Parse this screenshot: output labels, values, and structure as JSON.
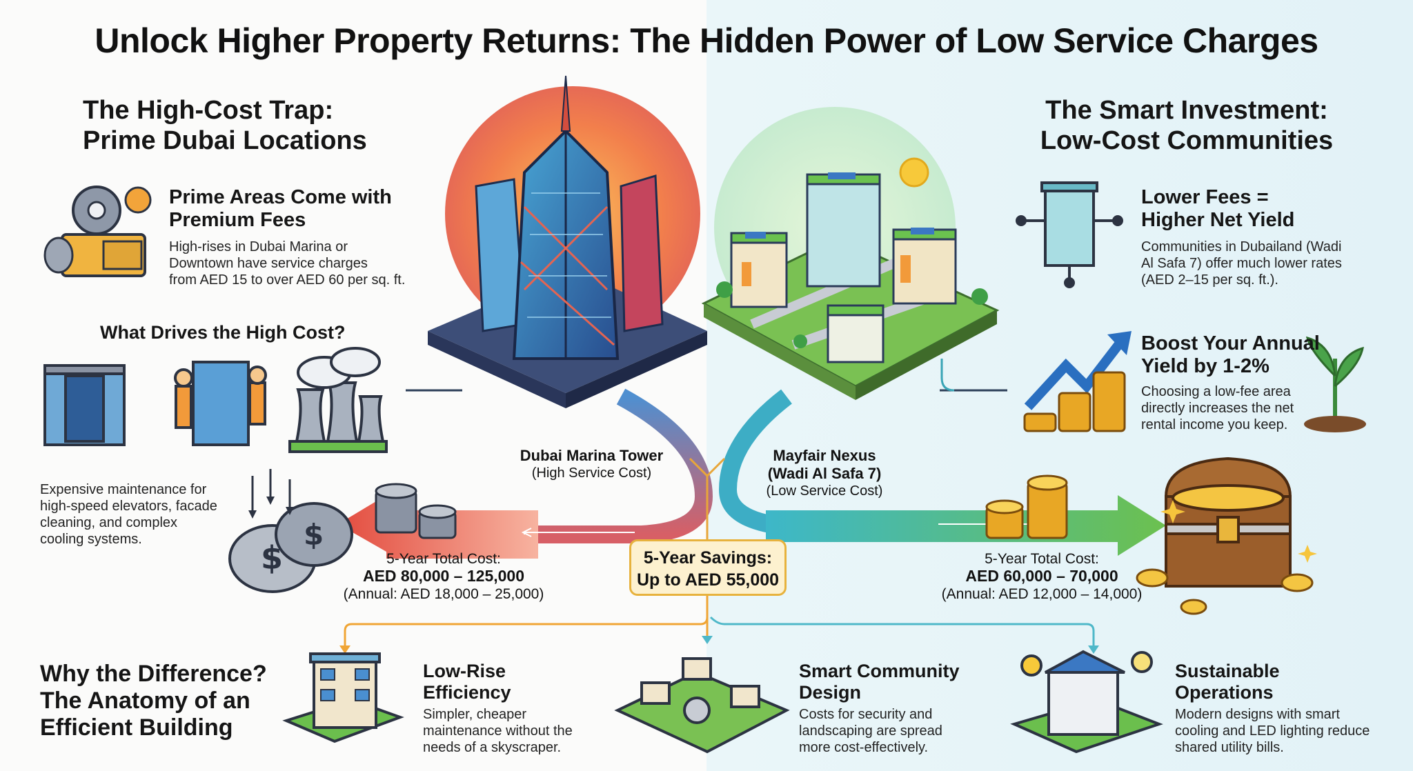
{
  "title": "Unlock Higher Property Returns: The Hidden Power of Low Service Charges",
  "left": {
    "heading_line1": "The High-Cost Trap:",
    "heading_line2": "Prime Dubai Locations",
    "fees_title_line1": "Prime Areas Come with",
    "fees_title_line2": "Premium Fees",
    "fees_text_line1": "High-rises in Dubai Marina or",
    "fees_text_line2": "Downtown have service charges",
    "fees_text_line3": "from AED 15 to over AED 60 per sq. ft.",
    "drivers_title": "What Drives the High Cost?",
    "drivers_text_line1": "Expensive maintenance for",
    "drivers_text_line2": "high-speed elevators, facade",
    "drivers_text_line3": "cleaning, and complex",
    "drivers_text_line4": "cooling systems.",
    "tower_name": "Dubai Marina Tower",
    "tower_sub": "(High Service Cost)",
    "cost_label": "5-Year Total Cost:",
    "cost_value": "AED 80,000 – 125,000",
    "cost_annual": "(Annual: AED 18,000 – 25,000)"
  },
  "right": {
    "heading_line1": "The Smart Investment:",
    "heading_line2": "Low-Cost Communities",
    "fees_title_line1": "Lower Fees =",
    "fees_title_line2": "Higher Net Yield",
    "fees_text_line1": "Communities in Dubailand (Wadi",
    "fees_text_line2": "Al Safa 7) offer much lower rates",
    "fees_text_line3": "(AED 2–15 per sq. ft.).",
    "boost_title_line1": "Boost Your Annual",
    "boost_title_line2": "Yield by 1-2%",
    "boost_text_line1": "Choosing a low-fee area",
    "boost_text_line2": "directly increases the net",
    "boost_text_line3": "rental income you keep.",
    "community_name_line1": "Mayfair Nexus",
    "community_name_line2": "(Wadi Al Safa 7)",
    "community_sub": "(Low Service Cost)",
    "cost_label": "5-Year Total Cost:",
    "cost_value": "AED 60,000 – 70,000",
    "cost_annual": "(Annual: AED 12,000 – 14,000)"
  },
  "savings": {
    "line1": "5-Year Savings:",
    "line2": "Up to AED 55,000"
  },
  "bottom": {
    "heading_line1": "Why the Difference?",
    "heading_line2": "The Anatomy of an",
    "heading_line3": "Efficient Building",
    "items": [
      {
        "title_line1": "Low-Rise",
        "title_line2": "Efficiency",
        "text_line1": "Simpler, cheaper",
        "text_line2": "maintenance without the",
        "text_line3": "needs of a skyscraper."
      },
      {
        "title_line1": "Smart Community",
        "title_line2": "Design",
        "text_line1": "Costs for security and",
        "text_line2": "landscaping are spread",
        "text_line3": "more cost-effectively."
      },
      {
        "title_line1": "Sustainable",
        "title_line2": "Operations",
        "text_line1": "Modern designs with smart",
        "text_line2": "cooling and LED lighting reduce",
        "text_line3": "shared utility bills."
      }
    ]
  },
  "colors": {
    "high_cost_arrow": "#e8574a",
    "low_cost_arrow": "#55b35a",
    "savings_border": "#e7b23d",
    "connector_orange": "#f0a535",
    "connector_teal": "#4fb8c9"
  }
}
